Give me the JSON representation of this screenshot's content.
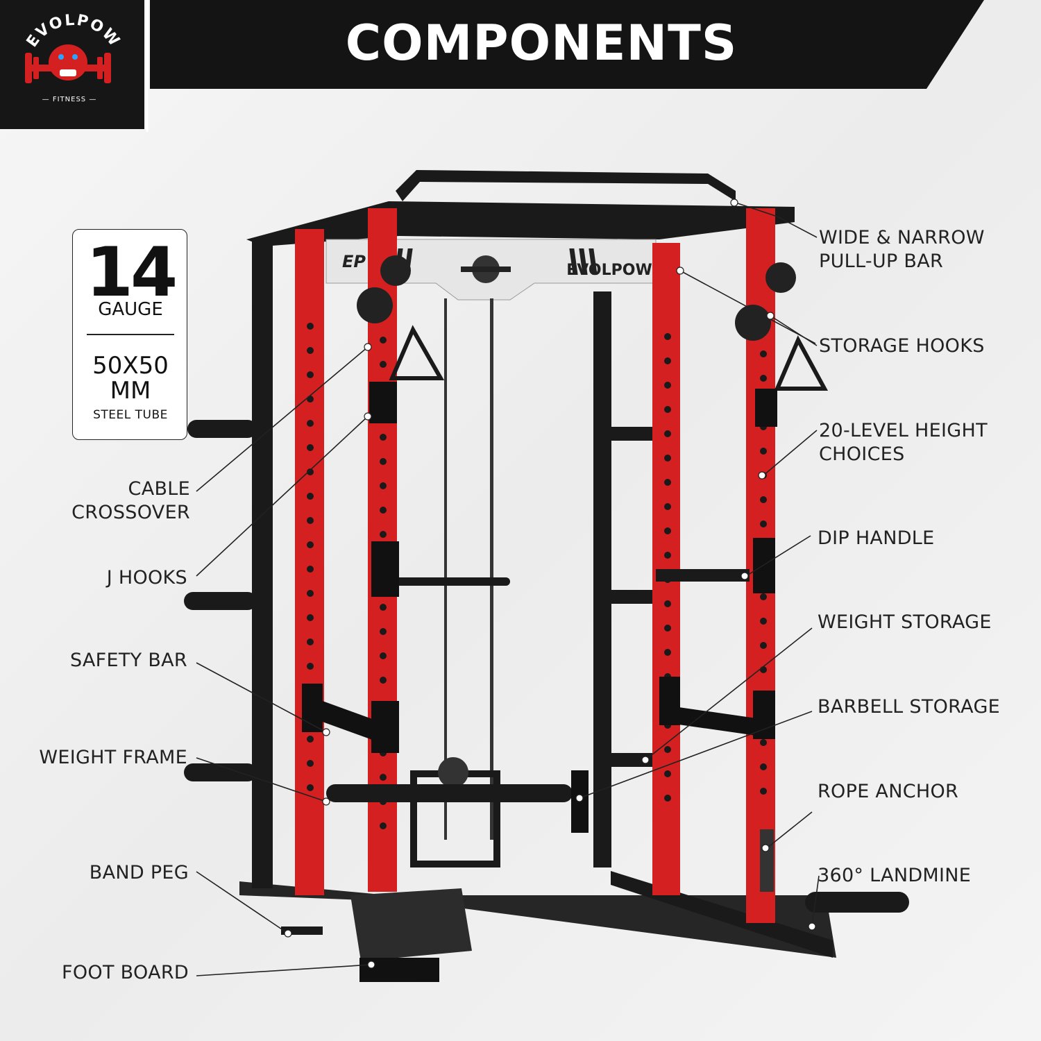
{
  "header": {
    "title": "COMPONENTS"
  },
  "logo": {
    "brand": "EVOLPOW",
    "tagline": "FITNESS"
  },
  "spec": {
    "gauge_number": "14",
    "gauge_unit": "GAUGE",
    "tube_size": "50X50\nMM",
    "tube_type": "STEEL TUBE"
  },
  "rack": {
    "plate_brand": "EVOLPOW",
    "plate_initials": "EP"
  },
  "labels_left": [
    {
      "text": "CABLE\nCROSSOVER"
    },
    {
      "text": "J HOOKS"
    },
    {
      "text": "SAFETY BAR"
    },
    {
      "text": "WEIGHT FRAME"
    },
    {
      "text": "BAND PEG"
    },
    {
      "text": "FOOT BOARD"
    }
  ],
  "labels_right": [
    {
      "text": "WIDE & NARROW\nPULL-UP BAR"
    },
    {
      "text": "STORAGE HOOKS"
    },
    {
      "text": "20-LEVEL HEIGHT\nCHOICES"
    },
    {
      "text": "DIP HANDLE"
    },
    {
      "text": "WEIGHT STORAGE"
    },
    {
      "text": "BARBELL STORAGE"
    },
    {
      "text": "ROPE ANCHOR"
    },
    {
      "text": "360° LANDMINE"
    }
  ],
  "colors": {
    "frame_red": "#d42020",
    "frame_black": "#1a1a1a",
    "banner": "#141414",
    "text": "#222222"
  }
}
